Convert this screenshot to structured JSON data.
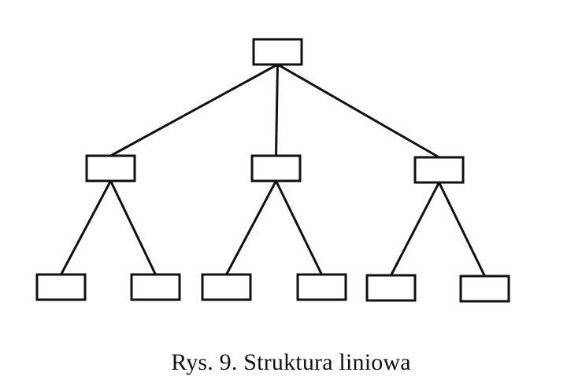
{
  "caption": "Rys. 9. Struktura liniowa",
  "diagram": {
    "type": "tree",
    "nodes": [
      {
        "id": "root",
        "level": 0
      },
      {
        "id": "mid-1",
        "level": 1,
        "parent": "root"
      },
      {
        "id": "mid-2",
        "level": 1,
        "parent": "root"
      },
      {
        "id": "mid-3",
        "level": 1,
        "parent": "root"
      },
      {
        "id": "leaf-1",
        "level": 2,
        "parent": "mid-1"
      },
      {
        "id": "leaf-2",
        "level": 2,
        "parent": "mid-1"
      },
      {
        "id": "leaf-3",
        "level": 2,
        "parent": "mid-2"
      },
      {
        "id": "leaf-4",
        "level": 2,
        "parent": "mid-2"
      },
      {
        "id": "leaf-5",
        "level": 2,
        "parent": "mid-3"
      },
      {
        "id": "leaf-6",
        "level": 2,
        "parent": "mid-3"
      }
    ]
  },
  "colors": {
    "stroke": "#111111",
    "background": "#ffffff"
  }
}
